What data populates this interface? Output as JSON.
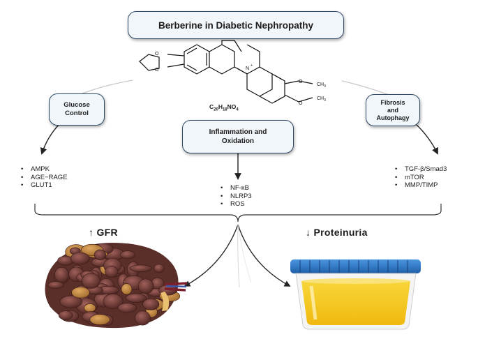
{
  "title": "Berberine in Diabetic Nephropathy",
  "molecule": {
    "formula_main": "C",
    "formula_sub1": "20",
    "formula_mid": "H",
    "formula_sub2": "18",
    "formula_end": "NO",
    "formula_sub3": "4",
    "atom_o": "O",
    "atom_n": "N",
    "atom_n_charge": "+",
    "atom_ch3": "CH",
    "atom_ch3_sub": "3"
  },
  "mechanisms": {
    "glucose": {
      "line1": "Glucose",
      "line2": "Control",
      "items": [
        "AMPK",
        "AGE−RAGE",
        "GLUT1"
      ]
    },
    "inflammation": {
      "line1": "Inflammation and",
      "line2": "Oxidation",
      "items": [
        "NF-κB",
        "NLRP3",
        "ROS"
      ]
    },
    "fibrosis": {
      "line1": "Fibrosis",
      "line2": "and",
      "line3": "Autophagy",
      "items": [
        "TGF-β/Smad3",
        "mTOR",
        "MMP/TIMP"
      ]
    }
  },
  "outcomes": {
    "gfr": "↑ GFR",
    "proteinuria": "↓ Proteinuria"
  },
  "colors": {
    "box_border": "#2f4a66",
    "box_fill": "#f1f6fa",
    "kidney": "#6b3a34",
    "urine": "#f5c518",
    "cup_lid": "#2f78c9"
  }
}
